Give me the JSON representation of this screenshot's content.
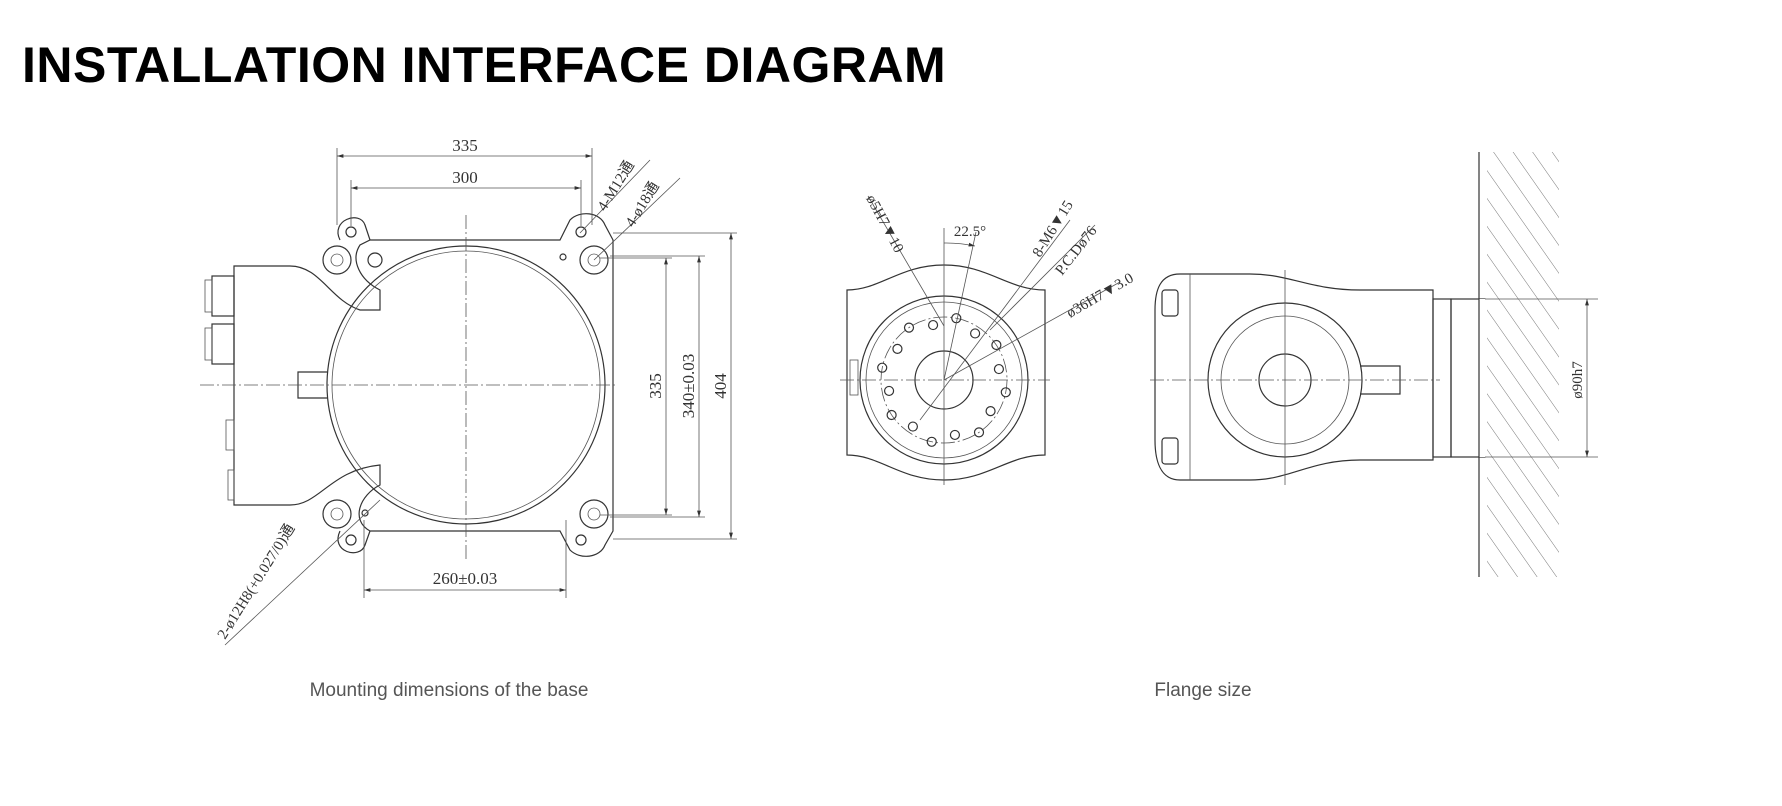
{
  "title": "INSTALLATION INTERFACE DIAGRAM",
  "base_view": {
    "caption": "Mounting dimensions of the base",
    "dims": {
      "width_outer": "335",
      "width_inner": "300",
      "height_335": "335",
      "height_340": "340±0.03",
      "height_404": "404",
      "pin_spacing": "260±0.03"
    },
    "callouts": {
      "tapped_holes": "4-M12通",
      "through_holes": "4-ø18通",
      "pin_holes": "2-ø12H8(+0.027/0)通"
    }
  },
  "flange_view": {
    "caption": "Flange size",
    "callouts": {
      "angle": "22.5°",
      "pin_hole": "ø5H7▼10",
      "tapped_holes": "8-M6▼15",
      "pcd": "P.C.Dø76",
      "spigot": "ø36H7▼3.0",
      "shaft_dia": "ø90h7"
    }
  }
}
